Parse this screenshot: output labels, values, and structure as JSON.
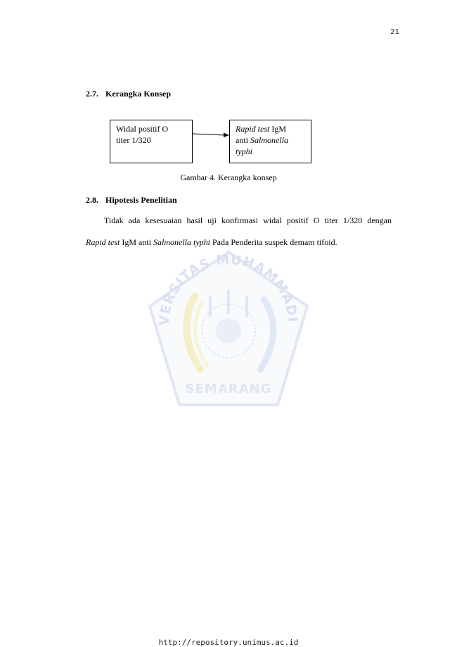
{
  "page": {
    "number": "21"
  },
  "section_27": {
    "number": "2.7.",
    "title": "Kerangka Konsep"
  },
  "diagram": {
    "left_box": {
      "line1": "Widal positif  O",
      "line2": "titer 1/320"
    },
    "right_box": {
      "line1_italic": "Rapid test",
      "line1_rest": " IgM",
      "line2_prefix": "anti ",
      "line2_italic": "Salmonella",
      "line3_italic": "typhi"
    },
    "caption": "Gambar 4. Kerangka konsep"
  },
  "section_28": {
    "number": "2.8.",
    "title": "Hipotesis Penelitian"
  },
  "hypothesis": {
    "line1": "Tidak ada kesesuaian hasil uji konfirmasi widal positif O titer 1/320 dengan",
    "line2_italic1": "Rapid test",
    "line2_mid": " IgM anti ",
    "line2_italic2": "Salmonella typhi",
    "line2_end": " Pada Penderita suspek demam tifoid."
  },
  "watermark": {
    "top_text": "UNIVERSITAS MUHAMMADIYAH",
    "bottom_text": "SEMARANG"
  },
  "footer": {
    "url": "http://repository.unimus.ac.id"
  },
  "colors": {
    "watermark_blue": "#9fb4da",
    "watermark_yellow": "#ece39a",
    "text": "#000000"
  }
}
